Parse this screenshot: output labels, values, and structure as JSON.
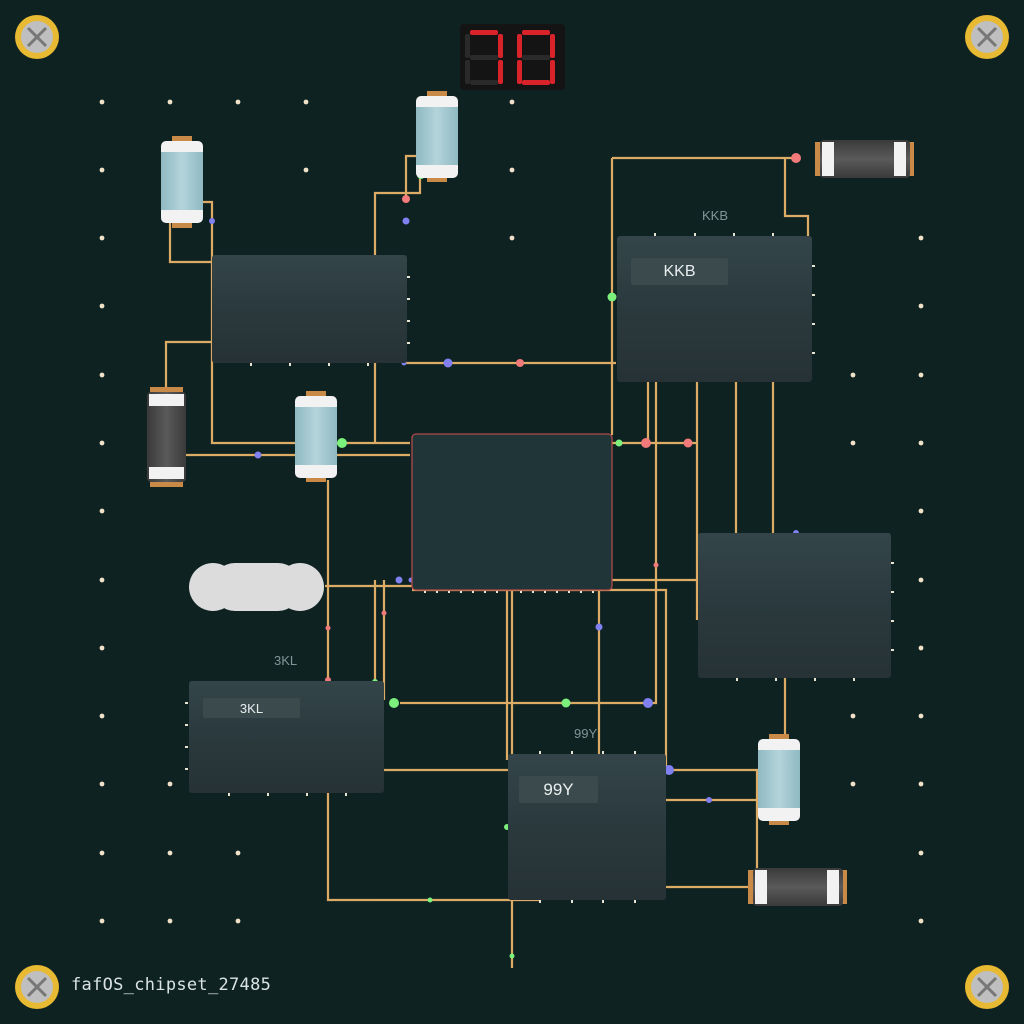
{
  "board": {
    "name": "fafOS_chipset_27485",
    "background": "#0f2222",
    "trace_color": "#e7b36a"
  },
  "display": {
    "digits": [
      "7",
      "0"
    ],
    "segment_on_color": "#d9232a",
    "segment_off_color": "#2a2a2a"
  },
  "chips": {
    "kkb": {
      "overhead": "KKB",
      "label": "KKB"
    },
    "3kl": {
      "overhead": "3KL",
      "label": "3KL"
    },
    "99y": {
      "overhead": "99Y",
      "label": "99Y"
    }
  },
  "colors": {
    "chip_body": "#2a3a3c",
    "cpu_border": "#b04a4a",
    "screw": "#e8b932",
    "led_green": "#7cf07c",
    "led_red": "#f27a7a",
    "led_blue": "#8080f0"
  }
}
